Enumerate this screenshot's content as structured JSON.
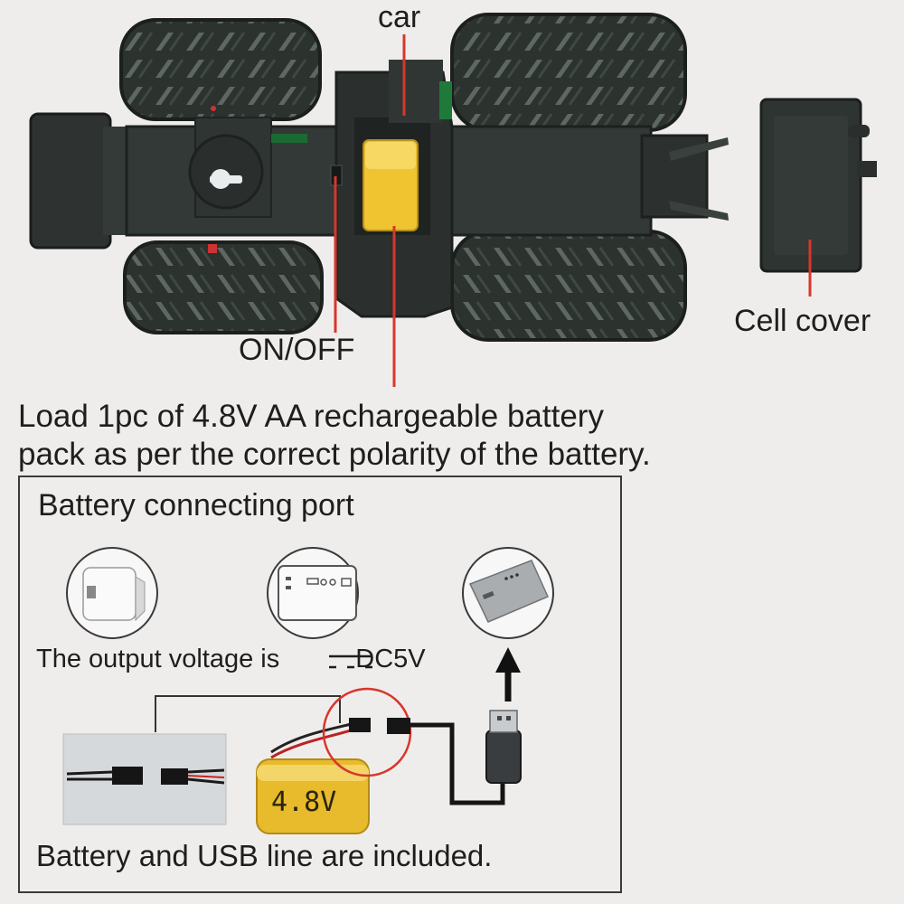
{
  "labels": {
    "car": "car",
    "on_off": "ON/OFF",
    "cell_cover": "Cell cover"
  },
  "instructions": {
    "line1": "Load 1pc of 4.8V AA rechargeable battery",
    "line2": "pack as per the correct polarity of the battery."
  },
  "connection": {
    "title": "Battery connecting port",
    "voltage_prefix": "The output voltage is",
    "voltage_value": "DC5V",
    "battery_label": "4.8V",
    "included": "Battery and USB line are included."
  },
  "colors": {
    "background": "#efedec",
    "leader_line": "#d8362c",
    "battery_yellow": "#f0c430",
    "tire": "#2a302c"
  }
}
